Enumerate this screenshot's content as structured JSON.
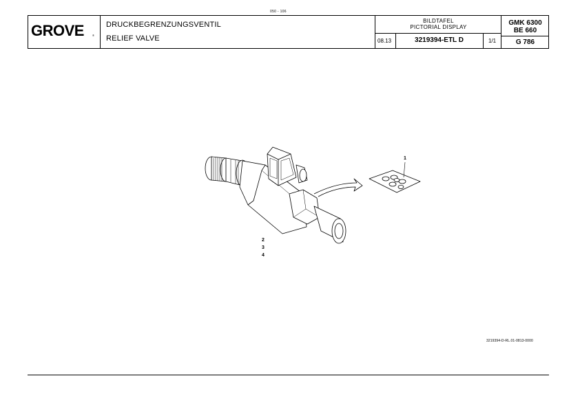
{
  "header": {
    "page_code": "050 - 106",
    "logo": "GROVE",
    "logo_mark": "®",
    "name_de": "DRUCKBEGRENZUNGSVENTIL",
    "name_en": "RELIEF VALVE",
    "pictorial_de": "BILDTAFEL",
    "pictorial_en": "PICTORIAL DISPLAY",
    "date": "08.13",
    "part_number": "3219394-ETL D",
    "sheet": "1/1",
    "model": "GMK 6300",
    "variant": "BE 660",
    "group": "G 786"
  },
  "callouts": {
    "c1": "1",
    "c2": "2",
    "c3": "3",
    "c4": "4"
  },
  "footer": {
    "doc_ref": "3219394-D-RL.01-0813-0000"
  }
}
